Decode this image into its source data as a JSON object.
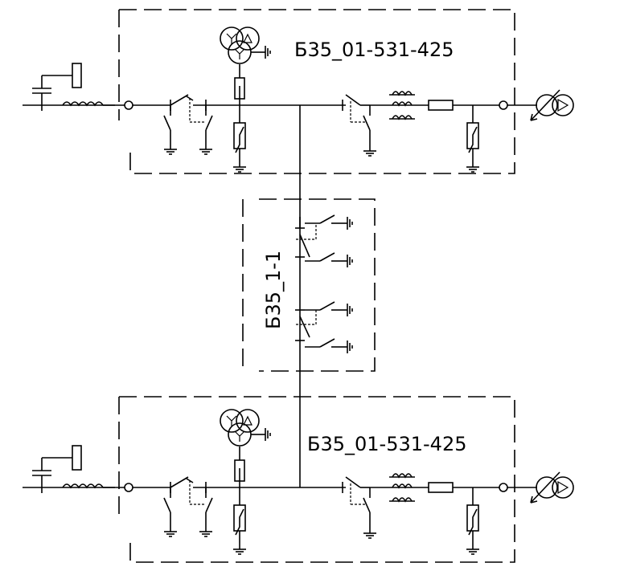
{
  "labels": {
    "top_bay": "Б35_01-531-425",
    "middle_bay": "Б35_1-1",
    "bottom_bay": "Б35_01-531-425"
  },
  "colors": {
    "line": "#000000",
    "background": "#ffffff"
  },
  "icons": [
    "three-winding-voltage-transformer-icon",
    "coupling-capacitor-icon",
    "line-trap-icon",
    "disconnector-with-earthing-switches-icon",
    "fuse-icon",
    "surge-arrester-icon",
    "current-transformer-icon",
    "resistor-icon",
    "regulating-transformer-icon",
    "ground-icon"
  ]
}
